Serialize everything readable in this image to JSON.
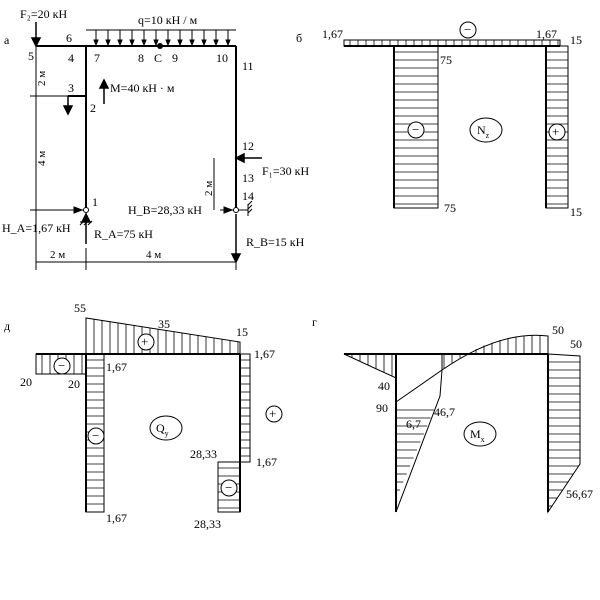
{
  "panel_a": {
    "letter": "а",
    "F2": "F₂=20 кН",
    "q": "q=10 кН / м",
    "M": "M=40 кН · м",
    "F1": "F₁=30 кН",
    "HB": "H_B=28,33 кН",
    "HA": "H_A=1,67 кН",
    "RA": "R_A=75 кН",
    "RB": "R_B=15 кН",
    "C": "C",
    "dim_2m_left": "2 м",
    "dim_4m_left": "4 м",
    "dim_2m_right": "2 м",
    "dim_2m_bottom": "2 м",
    "dim_4m_bottom": "4 м",
    "nodes": [
      "5",
      "6",
      "4",
      "7",
      "8",
      "9",
      "10",
      "11",
      "3",
      "2",
      "12",
      "13",
      "14",
      "1"
    ]
  },
  "panel_b": {
    "letter": "б",
    "title": "N",
    "title_sub": "z",
    "values": [
      "1,67",
      "1,67",
      "15",
      "75",
      "75",
      "15"
    ],
    "signs": [
      "−",
      "−",
      "+"
    ]
  },
  "panel_d": {
    "letter": "д",
    "title": "Q",
    "title_sub": "y",
    "values": [
      "55",
      "35",
      "15",
      "1,67",
      "20",
      "20",
      "1,67",
      "28,33",
      "1,67",
      "1,67",
      "28,33"
    ],
    "signs": [
      "−",
      "+",
      "−",
      "+",
      "−"
    ]
  },
  "panel_g": {
    "letter": "г",
    "title": "M",
    "title_sub": "x",
    "values": [
      "50",
      "50",
      "40",
      "90",
      "46,7",
      "6,7",
      "56,67"
    ]
  }
}
